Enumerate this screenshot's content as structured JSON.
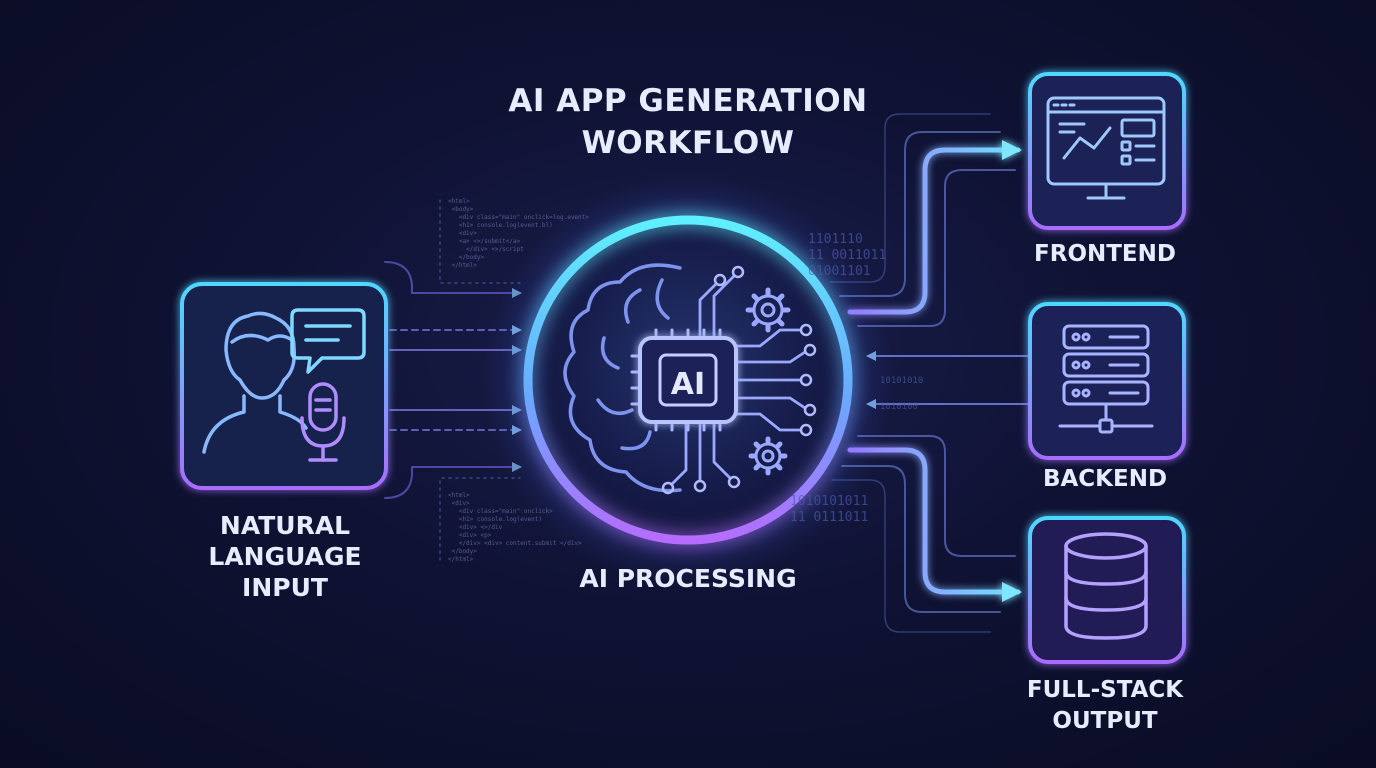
{
  "title": {
    "line1": "AI APP GENERATION",
    "line2": "WORKFLOW"
  },
  "nodes": {
    "input": {
      "line1": "NATURAL",
      "line2": "LANGUAGE",
      "line3": "INPUT",
      "icons": [
        "user-icon",
        "chat-bubble-icon",
        "microphone-icon"
      ]
    },
    "processing": {
      "label": "AI PROCESSING",
      "chip_text": "AI",
      "icons": [
        "brain-icon",
        "chip-icon",
        "gear-icon"
      ]
    },
    "frontend": {
      "label": "FRONTEND",
      "icon": "monitor-dashboard-icon"
    },
    "backend": {
      "label": "BACKEND",
      "icon": "server-icon"
    },
    "output": {
      "line1": "FULL-STACK",
      "line2": "OUTPUT",
      "icon": "database-icon"
    }
  },
  "binary": {
    "top": [
      "1101110",
      "11 0011011",
      "01001101"
    ],
    "mid": [
      "10101010",
      "1010100"
    ],
    "bottom": [
      "1010101011",
      "11 0111011"
    ]
  },
  "colors": {
    "background": "#0f1233",
    "cyan": "#4fd8ff",
    "violet": "#9b6cff",
    "magenta": "#c06cff",
    "text": "#e8ecff"
  }
}
